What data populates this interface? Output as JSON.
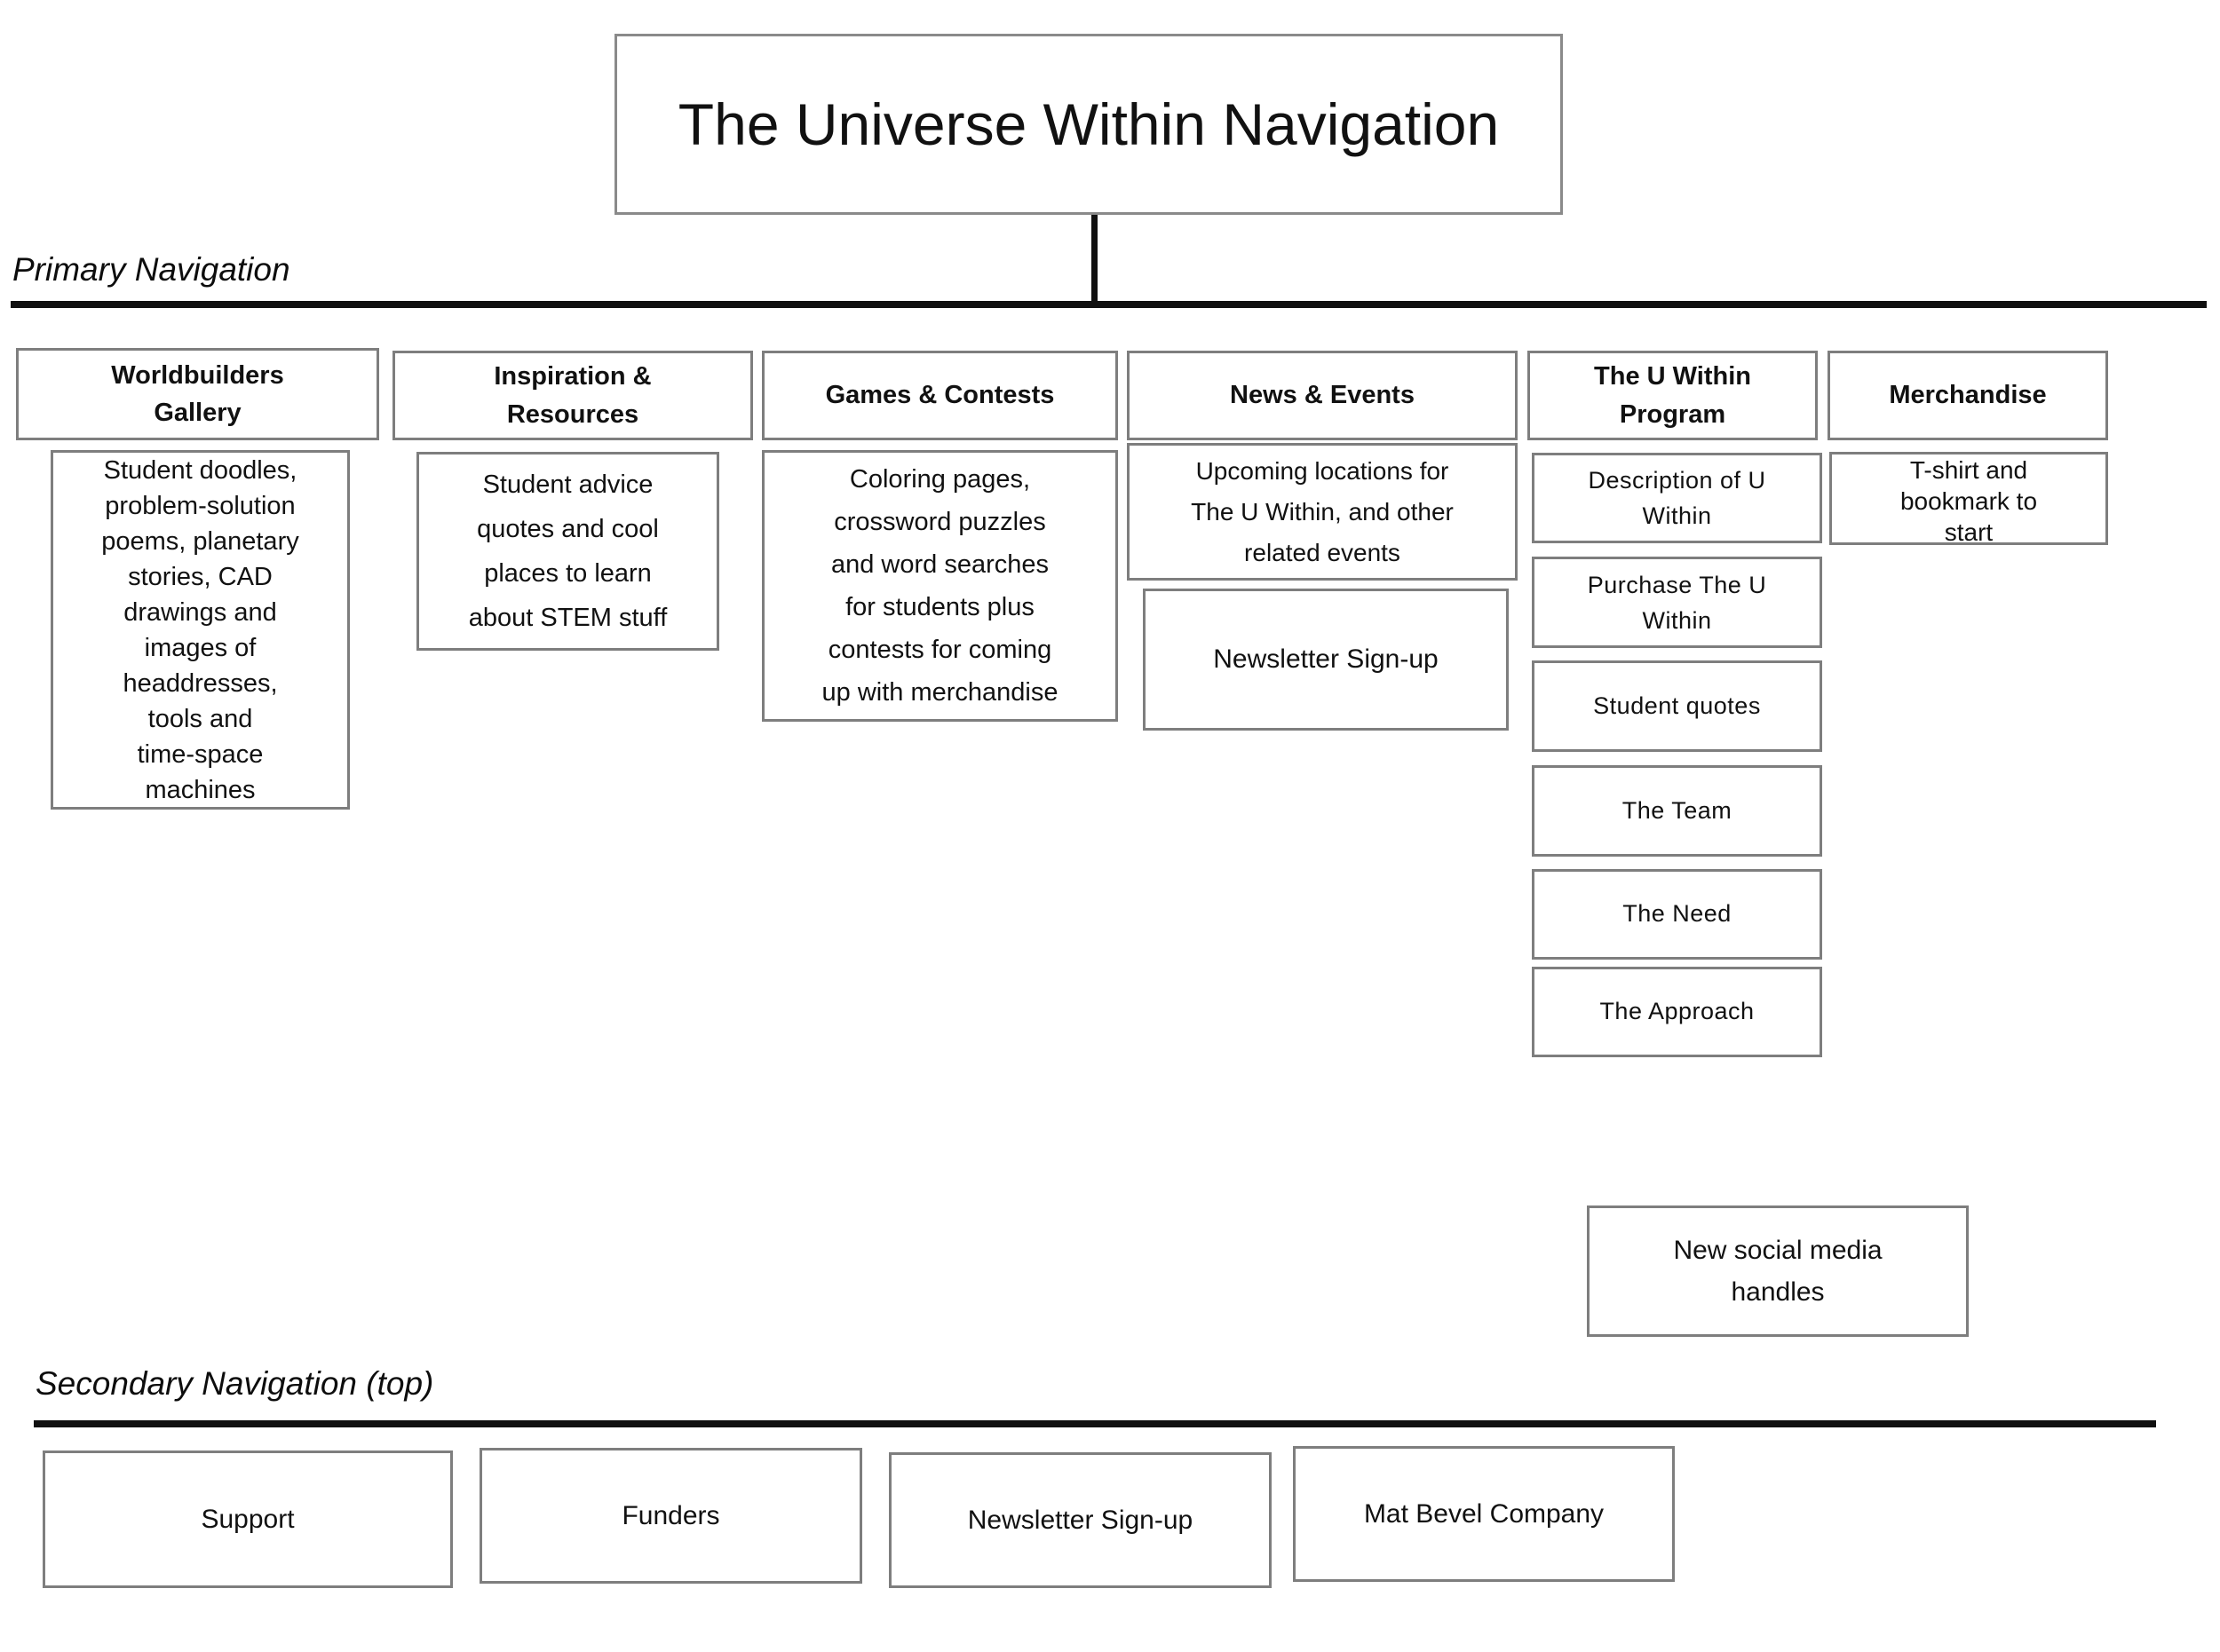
{
  "page": {
    "title": "The Universe Within Navigation"
  },
  "labels": {
    "primary": "Primary Navigation",
    "secondary": "Secondary Navigation (top)"
  },
  "primary_nav": [
    {
      "header": "Worldbuilders\nGallery",
      "items": [
        "Student doodles,\nproblem-solution\npoems, planetary\nstories, CAD\ndrawings and\nimages of\nheaddresses,\ntools and\ntime-space\nmachines"
      ]
    },
    {
      "header": "Inspiration &\nResources",
      "items": [
        "Student advice\nquotes and cool\nplaces to learn\nabout STEM stuff"
      ]
    },
    {
      "header": "Games & Contests",
      "items": [
        "Coloring pages,\ncrossword puzzles\nand word searches\nfor students plus\ncontests for coming\nup with merchandise"
      ]
    },
    {
      "header": "News & Events",
      "items": [
        "Upcoming locations for\nThe U Within, and other\nrelated events",
        "Newsletter Sign-up"
      ]
    },
    {
      "header": "The U Within\nProgram",
      "items": [
        "Description of U\nWithin",
        "Purchase The U\nWithin",
        "Student quotes",
        "The Team",
        "The Need",
        "The Approach"
      ]
    },
    {
      "header": "Merchandise",
      "items": [
        "T-shirt and\nbookmark to\nstart"
      ]
    }
  ],
  "notes": {
    "social": "New social media\nhandles"
  },
  "secondary_nav": [
    "Support",
    "Funders",
    "Newsletter Sign-up",
    "Mat Bevel Company"
  ]
}
